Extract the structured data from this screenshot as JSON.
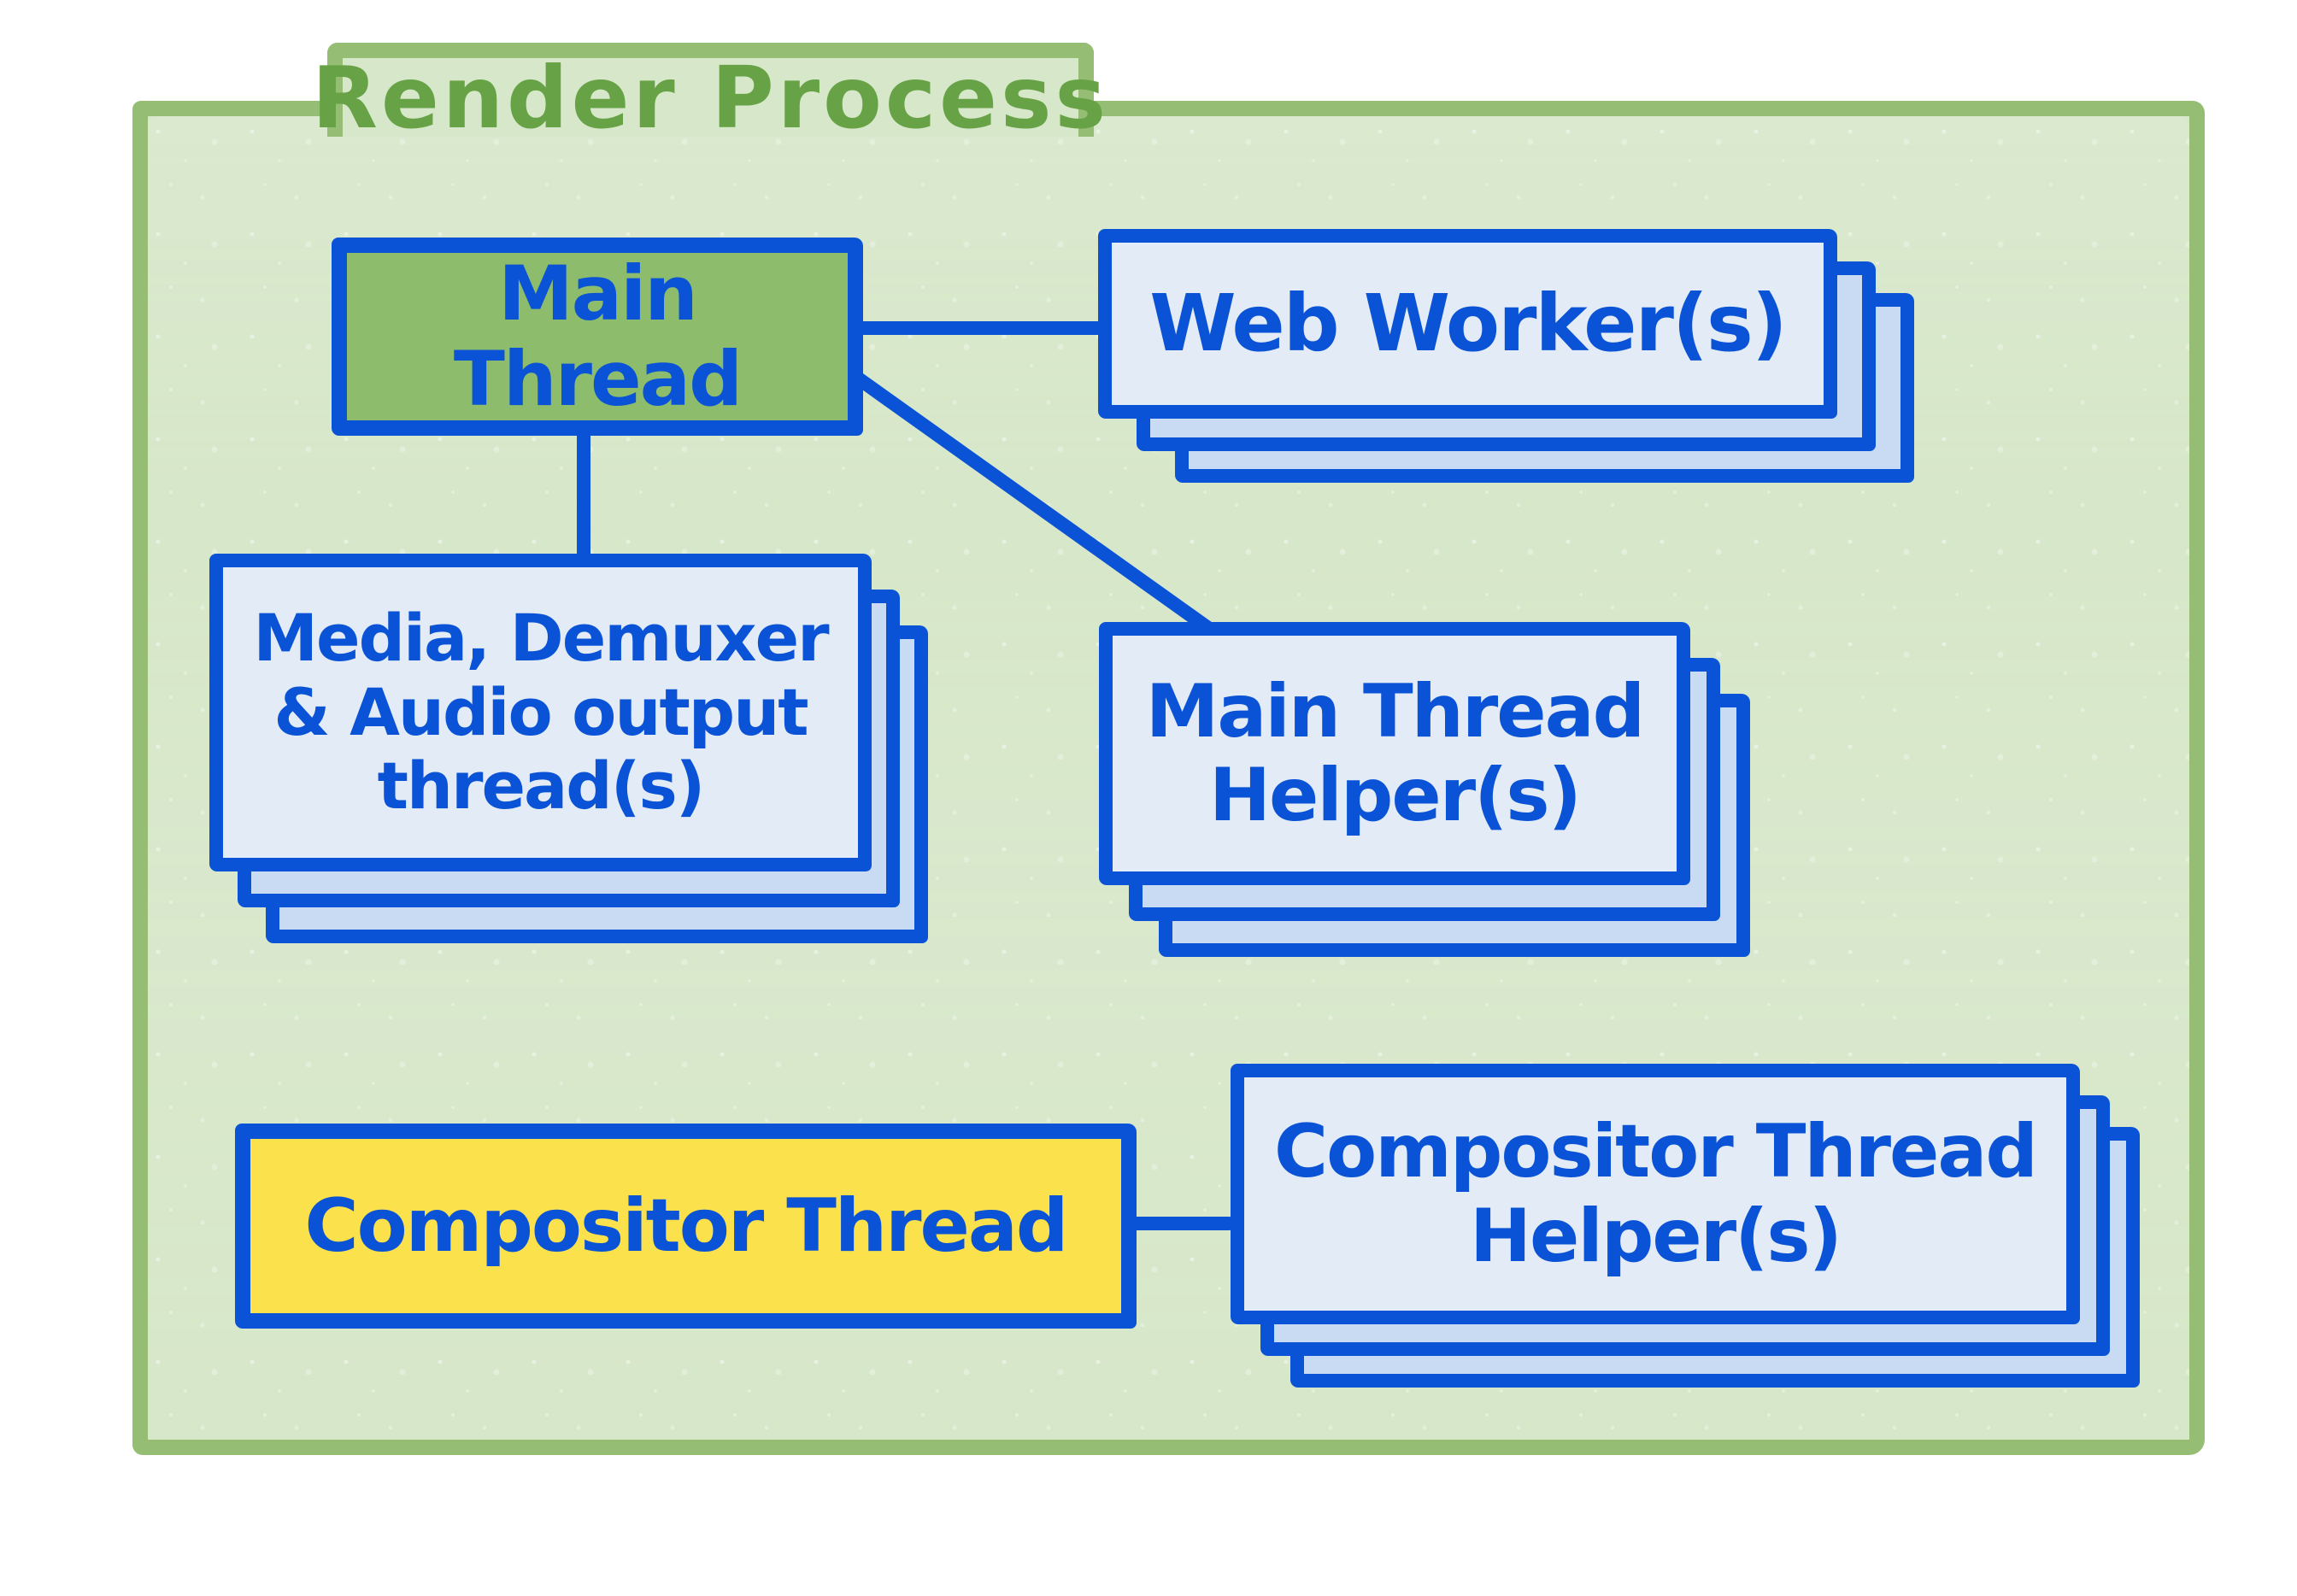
{
  "diagram": {
    "title": "Render Process",
    "nodes": {
      "main_thread": {
        "label": "Main Thread",
        "fill": "#8dbc6d",
        "layers": 1
      },
      "web_workers": {
        "label": "Web Worker(s)",
        "fill": "#e3ebf6",
        "layers": 3
      },
      "media_threads": {
        "label": "Media, Demuxer\n& Audio output\nthread(s)",
        "fill": "#e3ebf6",
        "layers": 3
      },
      "main_thread_helpers": {
        "label": "Main Thread\nHelper(s)",
        "fill": "#e3ebf6",
        "layers": 3
      },
      "compositor_thread": {
        "label": "Compositor Thread",
        "fill": "#fbe14c",
        "layers": 1
      },
      "compositor_thread_helpers": {
        "label": "Compositor Thread\nHelper(s)",
        "fill": "#e3ebf6",
        "layers": 3
      }
    },
    "edges": [
      {
        "from": "main_thread",
        "to": "web_workers"
      },
      {
        "from": "main_thread",
        "to": "media_threads"
      },
      {
        "from": "main_thread",
        "to": "main_thread_helpers"
      },
      {
        "from": "compositor_thread",
        "to": "compositor_thread_helpers"
      }
    ],
    "colors": {
      "page-bg": "#ffffff",
      "folder-fill": "#d7e7c9",
      "folder-border": "#95bd73",
      "title-text": "#67a346",
      "ink-blue": "#0b53d6",
      "thread-green": "#8dbc6d",
      "card-front": "#e3ebf6",
      "card-back": "#c9dbf2",
      "compositor-yellow": "#fbe14c"
    }
  }
}
